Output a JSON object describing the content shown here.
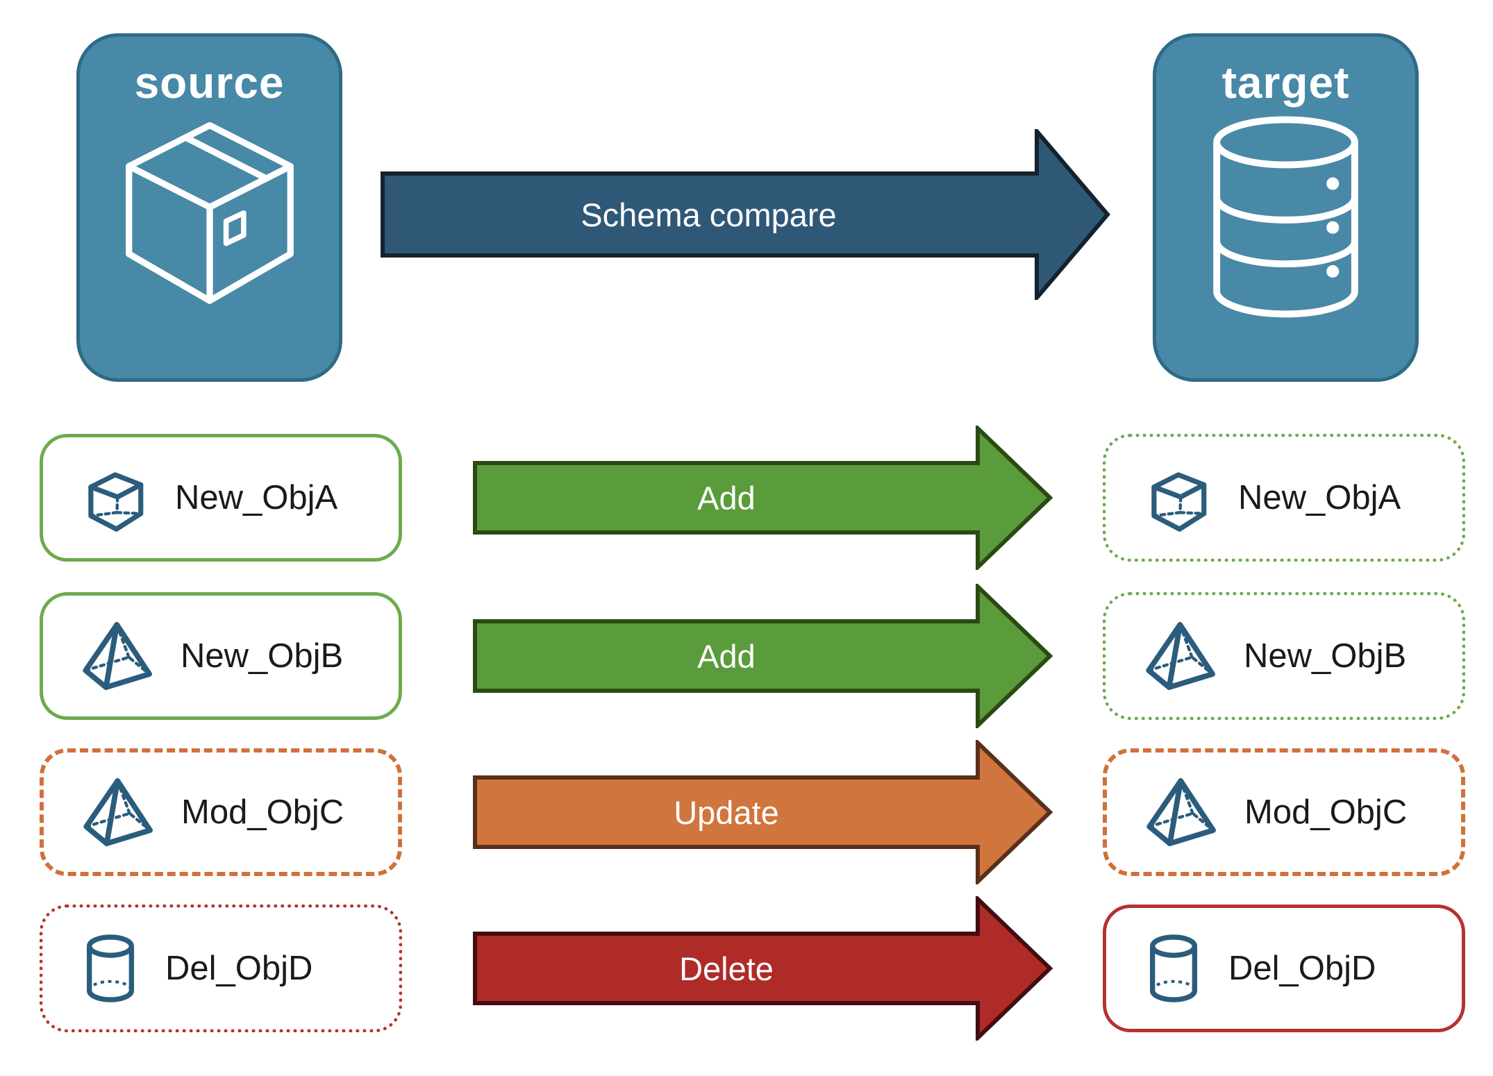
{
  "source_block": {
    "label": "source",
    "icon": "package-box-icon"
  },
  "target_block": {
    "label": "target",
    "icon": "database-icon"
  },
  "compare_arrow": {
    "label": "Schema compare"
  },
  "rows": [
    {
      "object": "New_ObjA",
      "action": "Add",
      "icon": "cube-icon",
      "change": "new object",
      "source_border": "solid-green",
      "target_border": "dotted-green",
      "arrow_color": "#5A9B3C"
    },
    {
      "object": "New_ObjB",
      "action": "Add",
      "icon": "pyramid-icon",
      "change": "new object",
      "source_border": "solid-green",
      "target_border": "dotted-green",
      "arrow_color": "#5A9B3C"
    },
    {
      "object": "Mod_ObjC",
      "action": "Update",
      "icon": "pyramid-icon",
      "change": "modified object",
      "source_border": "dashed-orange",
      "target_border": "dashed-orange",
      "arrow_color": "#D0753D"
    },
    {
      "object": "Del_ObjD",
      "action": "Delete",
      "icon": "cylinder-icon",
      "change": "deleted object",
      "source_border": "dotted-red",
      "target_border": "solid-red",
      "arrow_color": "#AF2B28"
    }
  ],
  "colors": {
    "block_fill": "#4789A7",
    "block_border": "#2F6A86",
    "schema_arrow_fill": "#2F5877",
    "schema_arrow_outline": "#14222E",
    "add_arrow_fill": "#5A9B3C",
    "add_arrow_outline": "#2B4A12",
    "update_arrow_fill": "#D0753D",
    "update_arrow_outline": "#59301A",
    "delete_arrow_fill": "#AF2B28",
    "delete_arrow_outline": "#420E12",
    "green_border": "#6CAB4D",
    "orange_border": "#D1703A",
    "red_border": "#B6322F",
    "object_icon_blue": "#2B5C7D",
    "card_text": "#1A1A1A",
    "background": "#FFFFFF"
  }
}
